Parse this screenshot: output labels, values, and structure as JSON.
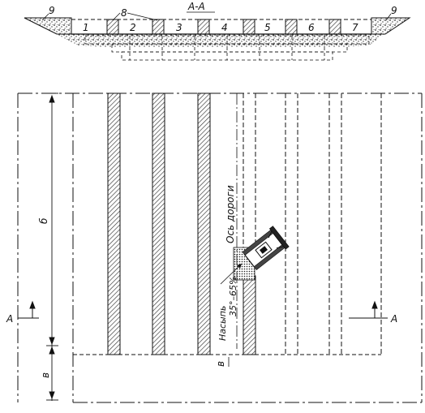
{
  "section_title": "А-А",
  "cross_section": {
    "cell_labels": [
      "1",
      "2",
      "3",
      "4",
      "5",
      "6",
      "7"
    ],
    "label_8": "8",
    "label_9": "9"
  },
  "plan": {
    "dim_b_label": "б",
    "dim_v_label": "в",
    "section_marker": "А",
    "road_axis_label": "Ось дороги",
    "embankment_label": "Насыпь",
    "moisture_label": "35°–65%",
    "point_label": "в"
  },
  "colors": {
    "line": "#111111",
    "hatch": "#333333",
    "soil": "#444444"
  }
}
